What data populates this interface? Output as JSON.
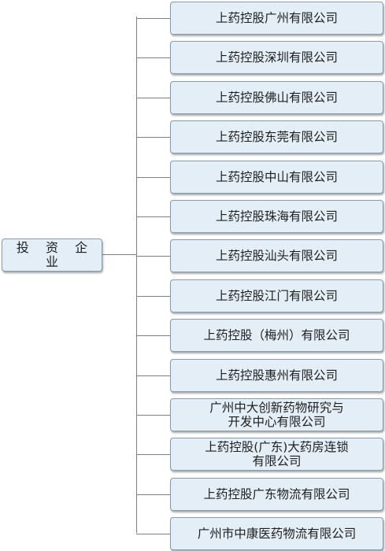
{
  "diagram": {
    "root": {
      "label": "投 资 企 业"
    },
    "children": [
      {
        "label": "上药控股广州有限公司"
      },
      {
        "label": "上药控股深圳有限公司"
      },
      {
        "label": "上药控股佛山有限公司"
      },
      {
        "label": "上药控股东莞有限公司"
      },
      {
        "label": "上药控股中山有限公司"
      },
      {
        "label": "上药控股珠海有限公司"
      },
      {
        "label": "上药控股汕头有限公司"
      },
      {
        "label": "上药控股江门有限公司"
      },
      {
        "label": "上药控股（梅州）有限公司"
      },
      {
        "label": "上药控股惠州有限公司"
      },
      {
        "label": "广州中大创新药物研究与\n开发中心有限公司"
      },
      {
        "label": "上药控股(广东)大药房连锁\n有限公司"
      },
      {
        "label": "上药控股广东物流有限公司"
      },
      {
        "label": "广州市中康医药物流有限公司"
      }
    ],
    "colors": {
      "box_fill": "#e3eef7",
      "box_border": "#8a9aa8",
      "connector": "#7f7f7f",
      "text": "#1f1f1f"
    }
  }
}
